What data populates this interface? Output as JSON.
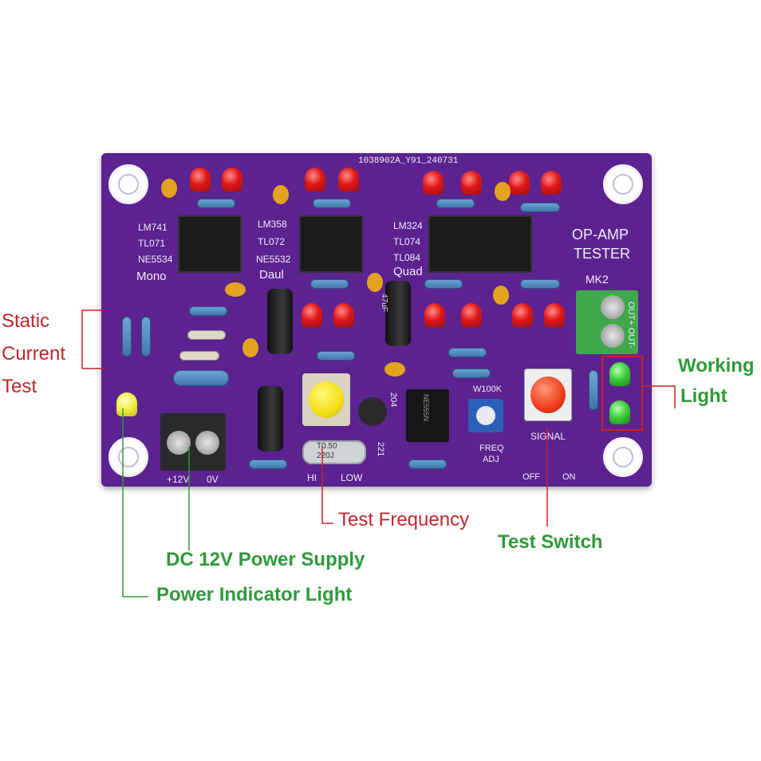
{
  "board": {
    "serial": "1038902A_Y91_240731",
    "title_line1": "OP-AMP",
    "title_line2": "TESTER",
    "mk2": "MK2",
    "out_label": "OUT+ OUT-",
    "group_mono": {
      "chips": [
        "LM741",
        "TL071",
        "NE5534"
      ],
      "name": "Mono"
    },
    "group_dual": {
      "chips": [
        "LM358",
        "TL072",
        "NE5532"
      ],
      "name": "Daul"
    },
    "group_quad": {
      "chips": [
        "LM324",
        "TL074",
        "TL084"
      ],
      "name": "Quad"
    },
    "pot_label": "W100K",
    "freq_adj_line1": "FREQ",
    "freq_adj_line2": "ADJ",
    "signal": "SIGNAL",
    "off": "OFF",
    "on": "ON",
    "hi": "HI",
    "low": "LOW",
    "power_plus": "+12V",
    "power_zero": "0V",
    "cap_label": "221",
    "cap_label2": "204",
    "elco_label": "47uF",
    "ic_label": "NE555N",
    "xtal_line1": "T0.50",
    "xtal_line2": "220J"
  },
  "annotations": {
    "static_current_1": "Static",
    "static_current_2": "Current",
    "static_current_3": "Test",
    "working_light_1": "Working",
    "working_light_2": "Light",
    "test_frequency": "Test Frequency",
    "test_switch": "Test Switch",
    "dc_power": "DC 12V Power Supply",
    "power_indicator": "Power Indicator Light"
  },
  "colors": {
    "pcb": "#5c2290",
    "annotation_red": "#c0262e",
    "annotation_green": "#2e9a3a",
    "highlight_box": "#cc2020"
  }
}
